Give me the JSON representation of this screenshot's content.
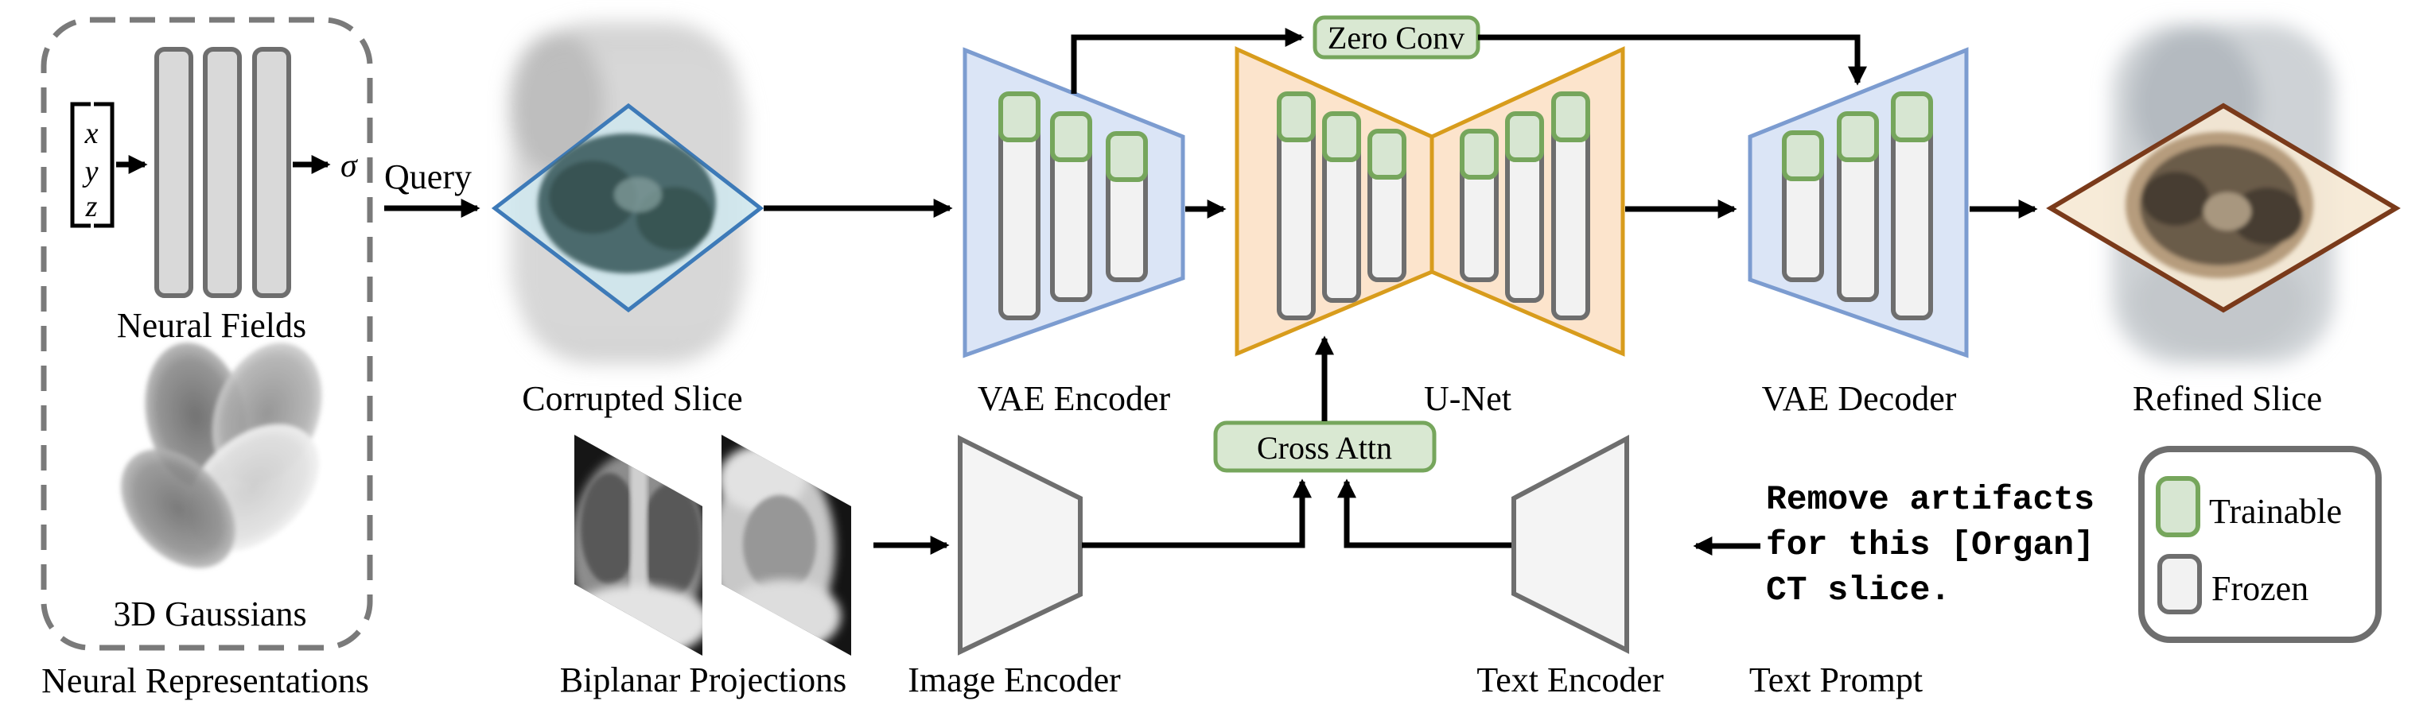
{
  "figure": {
    "neural_representations": {
      "box_label": "Neural Representations",
      "neural_fields": {
        "label": "Neural Fields",
        "input": [
          "x",
          "y",
          "z"
        ],
        "output": "σ"
      },
      "gaussians": {
        "label": "3D Gaussians"
      }
    },
    "pipeline": {
      "query_label": "Query",
      "corrupted_slice_label": "Corrupted Slice",
      "vae_encoder_label": "VAE Encoder",
      "zero_conv_label": "Zero Conv",
      "unet_label": "U-Net",
      "vae_decoder_label": "VAE Decoder",
      "refined_slice_label": "Refined Slice"
    },
    "conditioning": {
      "biplanar_label": "Biplanar Projections",
      "image_encoder_label": "Image Encoder",
      "cross_attn_label": "Cross Attn",
      "text_encoder_label": "Text Encoder",
      "text_prompt_label": "Text Prompt",
      "prompt_lines": [
        "Remove artifacts",
        "for this [Organ]",
        "CT slice."
      ]
    },
    "legend": {
      "trainable_label": "Trainable",
      "frozen_label": "Frozen"
    },
    "colors": {
      "trainable_fill": "#d7e6d2",
      "trainable_border": "#76a65c",
      "frozen_fill": "#f2f2f2",
      "frozen_border": "#6e6e6e",
      "vae_fill": "#dbe5f6",
      "vae_border": "#7c9cd0",
      "unet_fill": "#fce4cc",
      "unet_border": "#d89c1c",
      "corrupted_plane_border": "#3d7ab8",
      "refined_plane_border": "#7a3a1a"
    }
  }
}
